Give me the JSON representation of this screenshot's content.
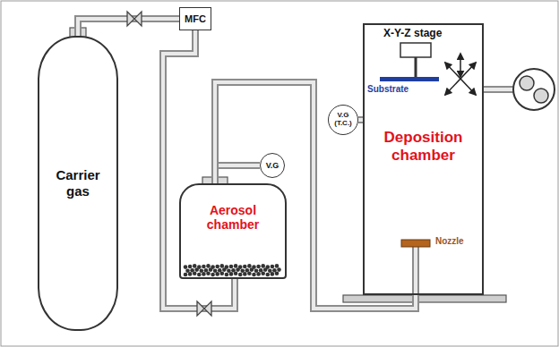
{
  "diagram": {
    "nodes": [
      {
        "text": [
          "Carrier gas"
        ]
      },
      {
        "text": [
          "MFC"
        ]
      },
      {
        "text": [
          "Aerosol chamber"
        ]
      },
      {
        "text": [
          "V.G"
        ]
      },
      {
        "text": [
          "Deposition chamber"
        ]
      },
      {
        "text": [
          "V.G (T.C.)"
        ]
      }
    ],
    "edges": [
      {
        "from": 0,
        "to": 1,
        "arrow": "none"
      },
      {
        "from": 1,
        "to": 2,
        "arrow": "none"
      },
      {
        "from": 2,
        "to": 3,
        "arrow": "none"
      },
      {
        "from": 2,
        "to": 4,
        "arrow": "none"
      },
      {
        "from": 5,
        "to": 4,
        "arrow": "none"
      }
    ],
    "labels": [
      "X-Y-Z stage",
      "Substrate",
      "Nozzle"
    ]
  }
}
